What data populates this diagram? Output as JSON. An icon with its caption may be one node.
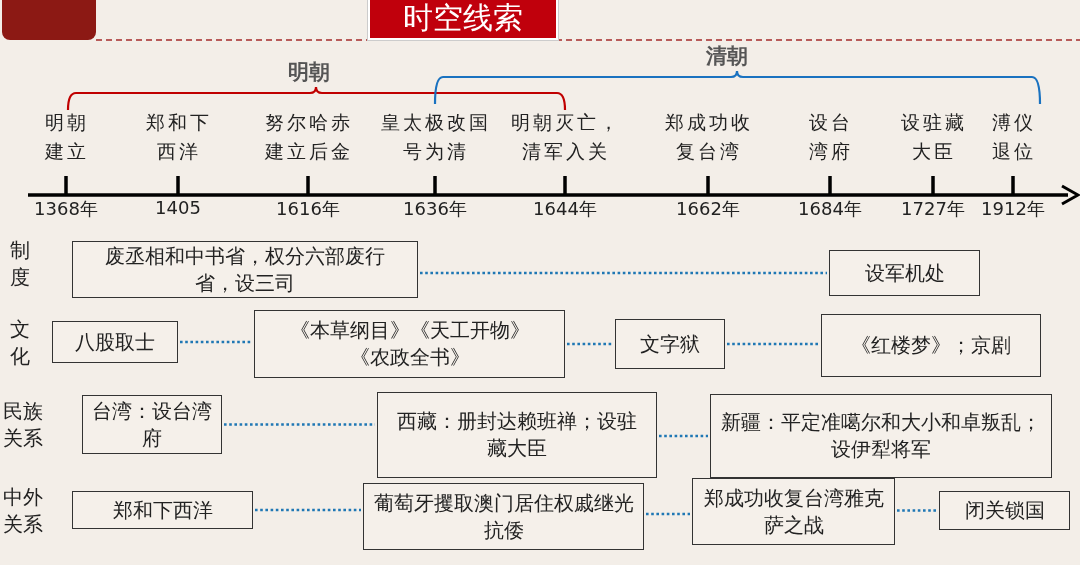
{
  "diagram": {
    "title": "时空线索",
    "nodes": [
      {
        "text": [
          "废丞相和中书省，权分六部废行省，设三司"
        ]
      },
      {
        "text": [
          "设军机处"
        ]
      },
      {
        "text": [
          "八股取士"
        ]
      },
      {
        "text": [
          "《本草纲目》《天工开物》《农政全书》"
        ]
      },
      {
        "text": [
          "文字狱"
        ]
      },
      {
        "text": [
          "《红楼梦》；京剧"
        ]
      },
      {
        "text": [
          "台湾：设台湾府"
        ]
      },
      {
        "text": [
          "西藏：册封达赖班禅；设驻藏大臣"
        ]
      },
      {
        "text": [
          "新疆：平定准噶尔和大小和卓叛乱；设伊犁将军"
        ]
      },
      {
        "text": [
          "郑和下西洋"
        ]
      },
      {
        "text": [
          "葡萄牙攫取澳门居住权戚继光抗倭"
        ]
      },
      {
        "text": [
          "郑成功收复台湾雅克萨之战"
        ]
      },
      {
        "text": [
          "闭关锁国"
        ]
      }
    ],
    "edges": [
      {
        "from": 0,
        "to": 1,
        "arrow": "none"
      },
      {
        "from": 2,
        "to": 3,
        "arrow": "none"
      },
      {
        "from": 3,
        "to": 4,
        "arrow": "none"
      },
      {
        "from": 4,
        "to": 5,
        "arrow": "none"
      },
      {
        "from": 6,
        "to": 7,
        "arrow": "none"
      },
      {
        "from": 7,
        "to": 8,
        "arrow": "none"
      },
      {
        "from": 9,
        "to": 10,
        "arrow": "none"
      },
      {
        "from": 10,
        "to": 11,
        "arrow": "none"
      },
      {
        "from": 11,
        "to": 12,
        "arrow": "none"
      }
    ],
    "labels": [
      "明朝",
      "清朝",
      "明朝建立",
      "郑和下西洋",
      "努尔哈赤建立后金",
      "皇太极改国号为清",
      "明朝灭亡，清军入关",
      "郑成功收复台湾",
      "设台湾府",
      "设驻藏大臣",
      "溥仪退位",
      "1368年",
      "1405",
      "1616年",
      "1636年",
      "1644年",
      "1662年",
      "1684年",
      "1727年",
      "1912年",
      "制度",
      "文化",
      "民族关系",
      "中外关系"
    ]
  }
}
